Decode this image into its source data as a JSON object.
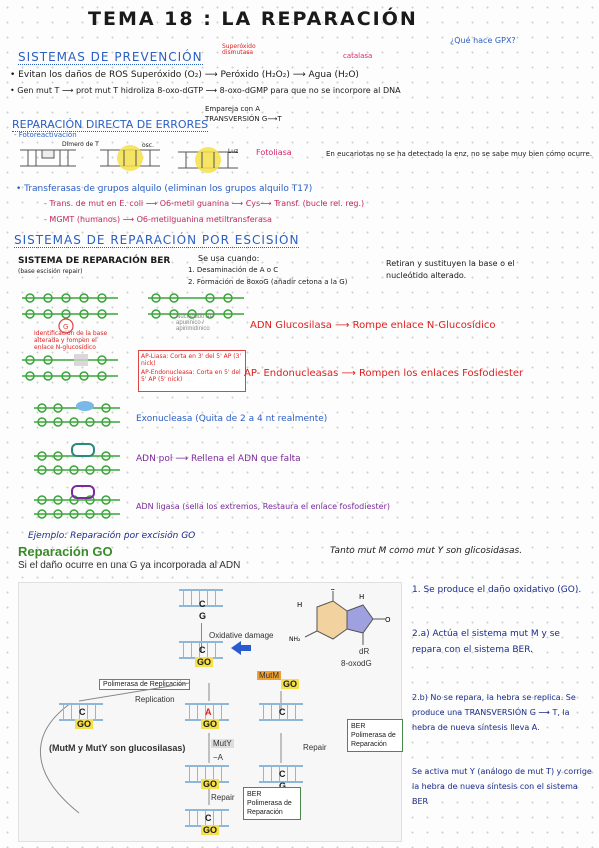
{
  "title": "TEMA 18 : LA REPARACIÓN",
  "question_top": "¿Qué hace GPX?",
  "prevencion": {
    "heading": "SISTEMAS DE PREVENCIÓN",
    "note_sod": "Superóxido dismutasa",
    "note_catalasa": "catalasa",
    "line1": "• Evitan los daños de ROS   Superóxido (O₂) ⟶ Peróxido (H₂O₂) ⟶ Agua (H₂O)",
    "line2": "• Gen mut T ⟶ prot mut T hidroliza 8-oxo-dGTP ⟶ 8-oxo-dGMP para que no se incorpore al DNA",
    "note_empareja": "Empareja con A",
    "note_transversion": "TRANSVERSIÓN G⟶T"
  },
  "directa": {
    "heading": "REPARACIÓN DIRECTA DE ERRORES",
    "sub": "- Fotoreactivación",
    "dimero": "Dímero de T",
    "osc": "osc.",
    "luz": "Luz",
    "fotoliasa": "Fotoliasa",
    "eucariotas": "En eucariotas no se ha detectado la enz, no se sabe muy bien cómo ocurre.",
    "transferasas": "• Transferasas de grupos alquilo (eliminan los grupos alquilo T17)",
    "trans_mut": "- Trans. de mut en E. coli ⟶ O6-metil guanina ⟶ Cys⟶ Transf. (bucle rel. reg.)",
    "mgmt": "- MGMT (humanos) ⟶ O6-metilguanina metiltransferasa"
  },
  "escision": {
    "heading": "SISTEMAS DE REPARACIÓN POR ESCISIÓN",
    "ber_title": "SISTEMA DE REPARACIÓN BER",
    "ber_sub": "(base escisión repair)",
    "se_usa": "Se usa cuando:",
    "caso1": "1. Desaminación de A o C",
    "caso2": "2. Formación de 8oxoG (añadir cetona a la G)",
    "retiran": "Retiran y sustituyen la base o el nucleótido alterado.",
    "glucosilasa": "ADN Glucosilasa ⟶ Rompe enlace N-Glucosídico",
    "endonucleasas": "AP- Endonucleasas ⟶ Rompen los enlaces Fosfodiester",
    "ap_liasa": "AP-Liasa: Corta en 3' del 5' AP (3' nick)",
    "ap_endo": "AP-Endonucleasa: Corta en 5' del 5' AP (5' nick)",
    "exonucleasa": "Exonucleasa (Quita de 2 a 4 nt realmente)",
    "polimerasa": "ADN pol ⟶ Rellena el ADN que falta",
    "ligasa": "ADN ligasa (sella los extremos, Restaura el enlace fosfodiester)",
    "sitio_ap": "Nucleótido AP apurínico / apirimidínico",
    "base_label": "Identificación de la base alterada y rompen el enlace N-glucosídico"
  },
  "ejemplo": "Ejemplo: Reparación por excisión GO",
  "go": {
    "heading": "Reparación GO",
    "sub": "Si el daño ocurre en una G ya incorporada al ADN",
    "tanto": "Tanto mut M como mut Y son glicosidasas.",
    "notes": [
      "1. Se produce el daño oxidativo (GO).",
      "2.a) Actúa el sistema mut M y se repara con el sistema BER.",
      "2.b) No se repara, la hebra se replica. Se produce una TRANSVERSIÓN G ⟶ T, la hebra de nueva síntesis lleva A.",
      "Se activa mut Y (análogo de mut T) y corrige la hebra de nueva síntesis con el sistema BER"
    ]
  },
  "figure": {
    "oxidative": "Oxidative damage",
    "polimerasa": "Polimerasa de Replicación",
    "replication": "Replication",
    "mutm": "MutM",
    "muty": "MutY",
    "repair1": "Repair",
    "repair2": "Repair",
    "ber1": "BER Polimerasa de Reparación",
    "ber2": "BER Polimerasa de Reparación",
    "mut_note": "(MutM y MutY son glucosilasas)",
    "minusA": "−A",
    "oxodg": "8-oxodG",
    "dr": "dR",
    "go_label": "GO"
  },
  "colors": {
    "accent": "#2b5fc4",
    "pink": "#d8266b",
    "highlight": "#f5e04a"
  }
}
